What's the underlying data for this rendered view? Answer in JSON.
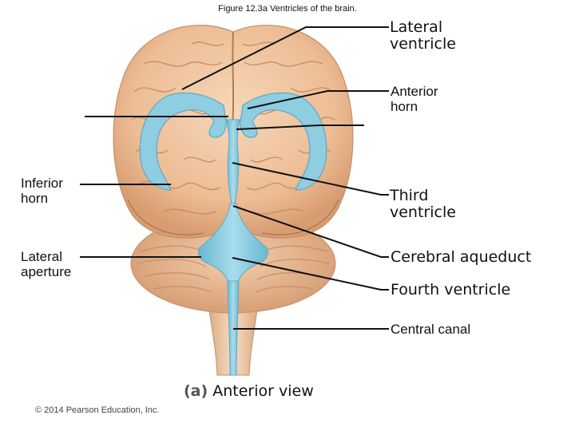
{
  "figure_title": "Figure 12.3a  Ventricles of the brain.",
  "labels": {
    "lateral_ventricle": [
      "Lateral",
      "ventricle"
    ],
    "anterior_horn": [
      "Anterior",
      "horn"
    ],
    "third_ventricle": [
      "Third",
      "ventricle"
    ],
    "cerebral_aqueduct": [
      "Cerebral aqueduct"
    ],
    "fourth_ventricle": [
      "Fourth ventricle"
    ],
    "central_canal": [
      "Central canal"
    ],
    "inferior_horn": [
      "Inferior",
      "horn"
    ],
    "lateral_aperture": [
      "Lateral",
      "aperture"
    ]
  },
  "caption": {
    "letter": "(a)",
    "text": "Anterior view"
  },
  "copyright": "© 2014 Pearson Education, Inc.",
  "colors": {
    "brain": "#f1c9a4",
    "brain_shadow": "#d9a37a",
    "brain_fold": "#c98f66",
    "cerebellum": "#eab48e",
    "ventricle": "#8fcde0",
    "ventricle_dark": "#5fb0cc",
    "leader": "#111111"
  }
}
